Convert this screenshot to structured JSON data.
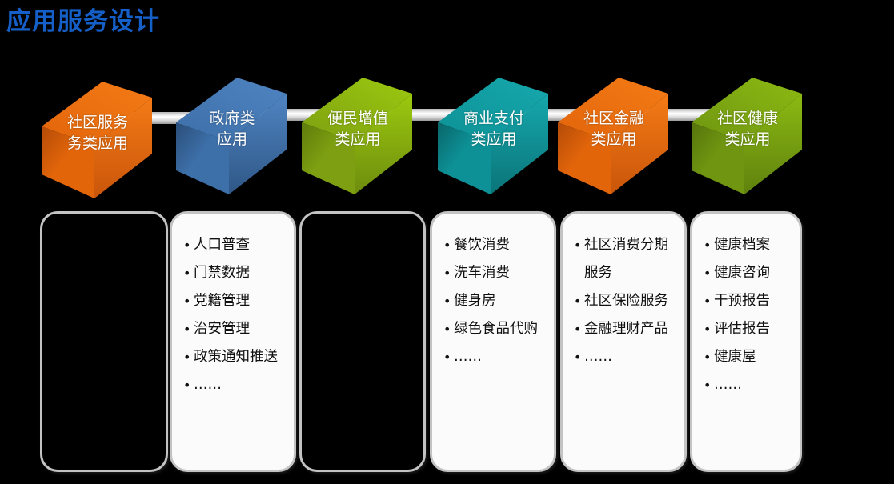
{
  "slide": {
    "title": "应用服务设计",
    "title_color": "#1560c8",
    "background_color": "#000000"
  },
  "chain": {
    "connector_icon": "rod-connector-icon",
    "nodes": [
      {
        "id": "community-service",
        "label_lines": [
          "社区服务",
          "务类应用"
        ],
        "label": "社区服务务类应用",
        "colors": {
          "front": "#e2650a",
          "top": "#f47b16",
          "side": "#c9550a",
          "left": "#b44b08"
        }
      },
      {
        "id": "government",
        "label_lines": [
          "政府类",
          "应用"
        ],
        "label": "政府类应用",
        "colors": {
          "front": "#3d6fa8",
          "top": "#4f84c2",
          "side": "#2f5786",
          "left": "#2a4e79"
        }
      },
      {
        "id": "convenience-value-added",
        "label_lines": [
          "便民增值",
          "类应用"
        ],
        "label": "便民增值类应用",
        "colors": {
          "front": "#7d9f11",
          "top": "#9cc90f",
          "side": "#6d8c0e",
          "left": "#5f7b0c"
        }
      },
      {
        "id": "commercial-payment",
        "label_lines": [
          "商业支付",
          "类应用"
        ],
        "label": "商业支付类应用",
        "colors": {
          "front": "#0d9196",
          "top": "#16a8ad",
          "side": "#0a7478",
          "left": "#096569"
        }
      },
      {
        "id": "community-finance",
        "label_lines": [
          "社区金融",
          "类应用"
        ],
        "label": "社区金融类应用",
        "colors": {
          "front": "#e2650a",
          "top": "#f47b16",
          "side": "#c9550a",
          "left": "#b44b08"
        }
      },
      {
        "id": "community-health",
        "label_lines": [
          "社区健康",
          "类应用"
        ],
        "label": "社区健康类应用",
        "colors": {
          "front": "#6f9511",
          "top": "#8cba12",
          "side": "#5f810e",
          "left": "#55740c"
        }
      }
    ]
  },
  "detail_boxes": [
    {
      "id": "community-service-details",
      "filled": false,
      "items": []
    },
    {
      "id": "government-details",
      "filled": true,
      "items": [
        "人口普查",
        "门禁数据",
        "党籍管理",
        "治安管理",
        "政策通知推送",
        "……"
      ]
    },
    {
      "id": "convenience-value-added-details",
      "filled": false,
      "items": []
    },
    {
      "id": "commercial-payment-details",
      "filled": true,
      "items": [
        "餐饮消费",
        "洗车消费",
        "健身房",
        "绿色食品代购",
        "……"
      ]
    },
    {
      "id": "community-finance-details",
      "filled": true,
      "items": [
        "社区消费分期服务",
        "社区保险服务",
        "金融理财产品",
        "……"
      ]
    },
    {
      "id": "community-health-details",
      "filled": true,
      "items": [
        "健康档案",
        "健康咨询",
        "干预报告",
        "评估报告",
        "健康屋",
        "……"
      ]
    }
  ]
}
